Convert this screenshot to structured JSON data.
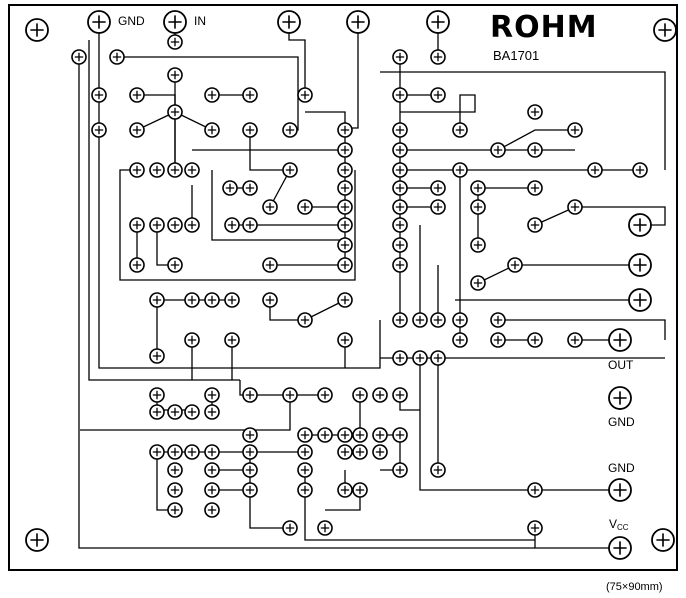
{
  "board": {
    "brand": "ROHM",
    "part_number": "BA1701",
    "dimensions_note": "(75×90mm)"
  },
  "terminals": {
    "gnd_top": "GND",
    "in_top": "IN",
    "out": "OUT",
    "gnd_right_1": "GND",
    "gnd_right_2": "GND",
    "vcc_main": "V",
    "vcc_sub": "CC"
  },
  "colors": {
    "ink": "#000000",
    "paper": "#ffffff"
  }
}
